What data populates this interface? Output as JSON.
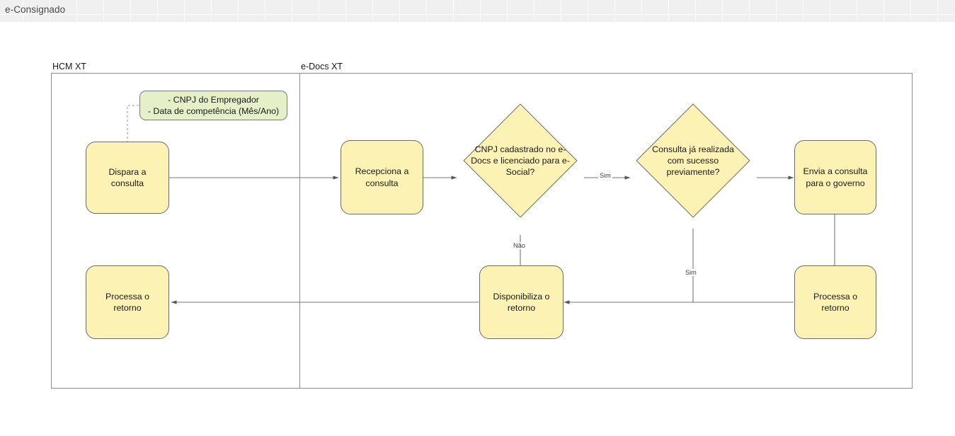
{
  "header": {
    "title": "e-Consignado"
  },
  "diagram": {
    "lanes": [
      {
        "id": "hcm",
        "label": "HCM XT"
      },
      {
        "id": "edocs",
        "label": "e-Docs XT"
      }
    ],
    "nodes": [
      {
        "id": "note-inputs",
        "type": "note",
        "text": "- CNPJ do Empregador\n- Data de competência (Mês/Ano)"
      },
      {
        "id": "dispara-consulta",
        "type": "task",
        "text": "Dispara a consulta"
      },
      {
        "id": "processa-retorno-hcm",
        "type": "task",
        "text": "Processa o retorno"
      },
      {
        "id": "recepciona-consulta",
        "type": "task",
        "text": "Recepciona a consulta"
      },
      {
        "id": "cnpj-cadastrado",
        "type": "decision",
        "text": "CNPJ cadastrado no e-Docs e licenciado para e-Social?"
      },
      {
        "id": "consulta-previa",
        "type": "decision",
        "text": "Consulta já realizada com sucesso previamente?"
      },
      {
        "id": "envia-governo",
        "type": "task",
        "text": "Envia a consulta para o governo"
      },
      {
        "id": "disponibiliza-retorno",
        "type": "task",
        "text": "Disponibiliza o retorno"
      },
      {
        "id": "processa-retorno-edocs",
        "type": "task",
        "text": "Processa o retorno"
      }
    ],
    "edge_labels": {
      "nao": "Não",
      "sim_1": "Sim",
      "sim_2": "Sim"
    },
    "colors": {
      "task_fill": "#fcf2b4",
      "note_fill": "#e5efc8",
      "stroke": "#6b6b6b",
      "pool_stroke": "#8c8c8c",
      "header_bg": "#f0f0f0"
    }
  }
}
